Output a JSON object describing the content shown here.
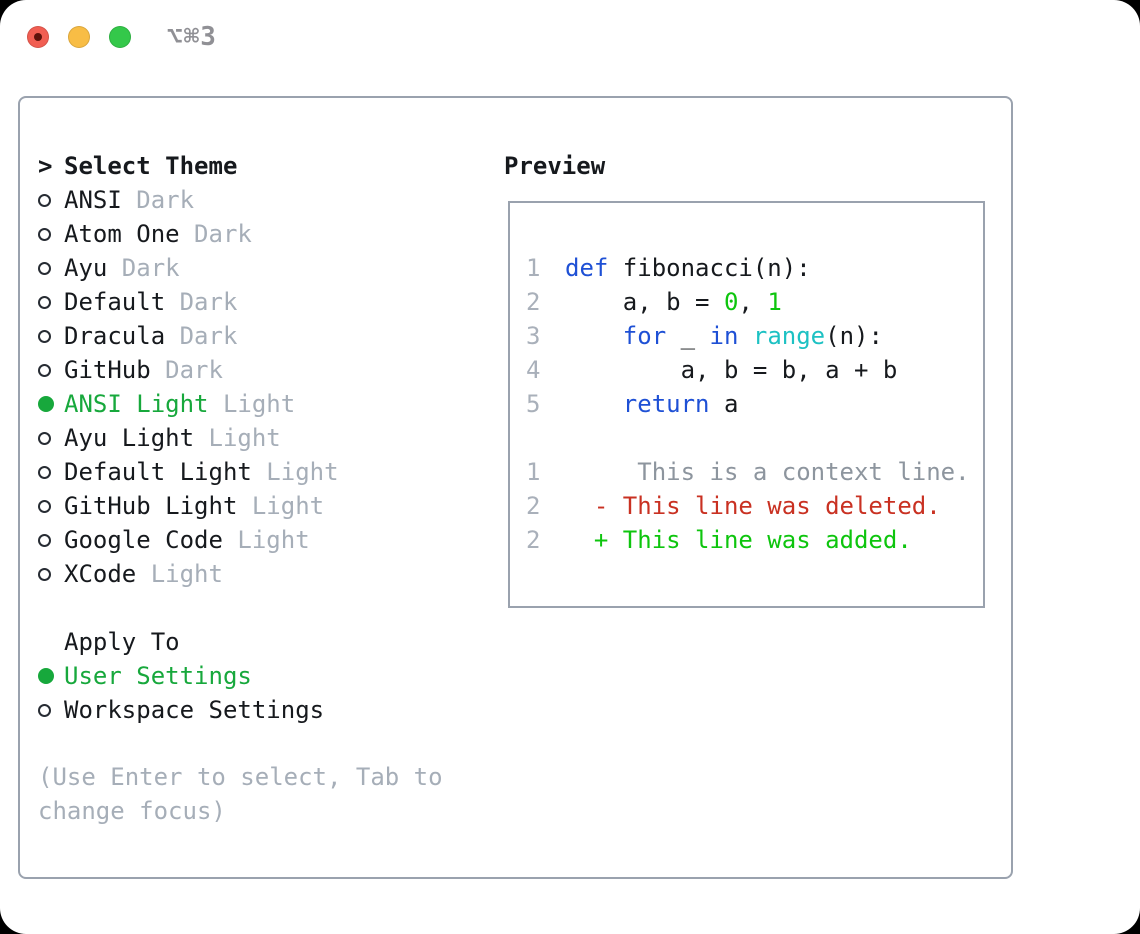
{
  "window": {
    "title": "⌥⌘3",
    "traffic_lights": [
      "close",
      "minimize",
      "zoom"
    ]
  },
  "theme_panel": {
    "header_prefix": ">",
    "header": "Select Theme",
    "items": [
      {
        "name": "ANSI",
        "variant": "Dark",
        "selected": false
      },
      {
        "name": "Atom One",
        "variant": "Dark",
        "selected": false
      },
      {
        "name": "Ayu",
        "variant": "Dark",
        "selected": false
      },
      {
        "name": "Default",
        "variant": "Dark",
        "selected": false
      },
      {
        "name": "Dracula",
        "variant": "Dark",
        "selected": false
      },
      {
        "name": "GitHub",
        "variant": "Dark",
        "selected": false
      },
      {
        "name": "ANSI Light",
        "variant": "Light",
        "selected": true
      },
      {
        "name": "Ayu Light",
        "variant": "Light",
        "selected": false
      },
      {
        "name": "Default Light",
        "variant": "Light",
        "selected": false
      },
      {
        "name": "GitHub Light",
        "variant": "Light",
        "selected": false
      },
      {
        "name": "Google Code",
        "variant": "Light",
        "selected": false
      },
      {
        "name": "XCode",
        "variant": "Light",
        "selected": false
      }
    ]
  },
  "apply_to": {
    "header": "Apply To",
    "options": [
      {
        "label": "User Settings",
        "selected": true
      },
      {
        "label": "Workspace Settings",
        "selected": false
      }
    ]
  },
  "help_text": "(Use Enter to select, Tab to change focus)",
  "preview": {
    "header": "Preview",
    "lines": [
      {
        "num": "1",
        "segments": [
          {
            "text": "def",
            "color": "keyword_blue"
          },
          {
            "text": " fibonacci(n):",
            "color": "text"
          }
        ]
      },
      {
        "num": "2",
        "segments": [
          {
            "text": "    a, b = ",
            "color": "text"
          },
          {
            "text": "0",
            "color": "number_green"
          },
          {
            "text": ", ",
            "color": "text"
          },
          {
            "text": "1",
            "color": "number_green"
          }
        ]
      },
      {
        "num": "3",
        "segments": [
          {
            "text": "    ",
            "color": "text"
          },
          {
            "text": "for",
            "color": "keyword_blue"
          },
          {
            "text": " _ ",
            "color": "text"
          },
          {
            "text": "in",
            "color": "keyword_blue"
          },
          {
            "text": " ",
            "color": "text"
          },
          {
            "text": "range",
            "color": "builtin_cyan"
          },
          {
            "text": "(n):",
            "color": "text"
          }
        ]
      },
      {
        "num": "4",
        "segments": [
          {
            "text": "        a, b = b, a + b",
            "color": "text"
          }
        ]
      },
      {
        "num": "5",
        "segments": [
          {
            "text": "    ",
            "color": "text"
          },
          {
            "text": "return",
            "color": "keyword_blue"
          },
          {
            "text": " a",
            "color": "text"
          }
        ]
      },
      {
        "num": "",
        "segments": []
      },
      {
        "num": "1",
        "segments": [
          {
            "text": "     This is a context line.",
            "color": "context_gray"
          }
        ]
      },
      {
        "num": "2",
        "segments": [
          {
            "text": "  - This line was deleted.",
            "color": "diff_red"
          }
        ]
      },
      {
        "num": "2",
        "segments": [
          {
            "text": "  + This line was added.",
            "color": "diff_green"
          }
        ]
      }
    ]
  },
  "colors": {
    "text": "#16191d",
    "muted": "#a6aeb8",
    "context_gray": "#8d959e",
    "selection_green": "#17a83c",
    "keyword_blue": "#1e50d5",
    "builtin_cyan": "#1dc1c3",
    "number_green": "#0ec50e",
    "diff_red": "#c93122",
    "diff_green": "#0ec50e",
    "border_gray": "#9aa2ae",
    "line_number_gray": "#a9b0ba",
    "title_gray": "#909095",
    "traffic_red": "#f15e52",
    "traffic_red_dot": "#5e120b",
    "traffic_yellow": "#f8bd45",
    "traffic_green": "#34c84a"
  }
}
